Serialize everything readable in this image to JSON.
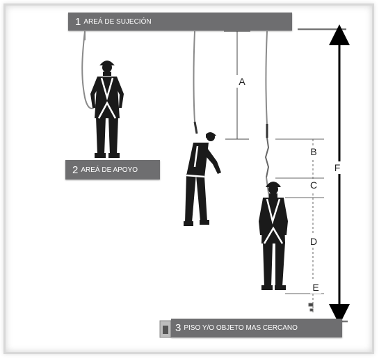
{
  "labels": {
    "area_sujecion": {
      "number": "1",
      "text": "AREÁ DE SUJECIÓN"
    },
    "area_apoyo": {
      "number": "2",
      "text": "AREÁ DE APOYO"
    },
    "piso": {
      "number": "3",
      "text": "PISO Y/O OBJETO MAS CERCANO"
    }
  },
  "distances": {
    "a": "A",
    "b": "B",
    "c": "C",
    "d": "D",
    "e": "E",
    "f": "F"
  },
  "colors": {
    "label_bg": "#6e6e70",
    "label_text": "#ffffff",
    "worker": "#1a1a1a",
    "lanyard": "#8a8a8a"
  }
}
